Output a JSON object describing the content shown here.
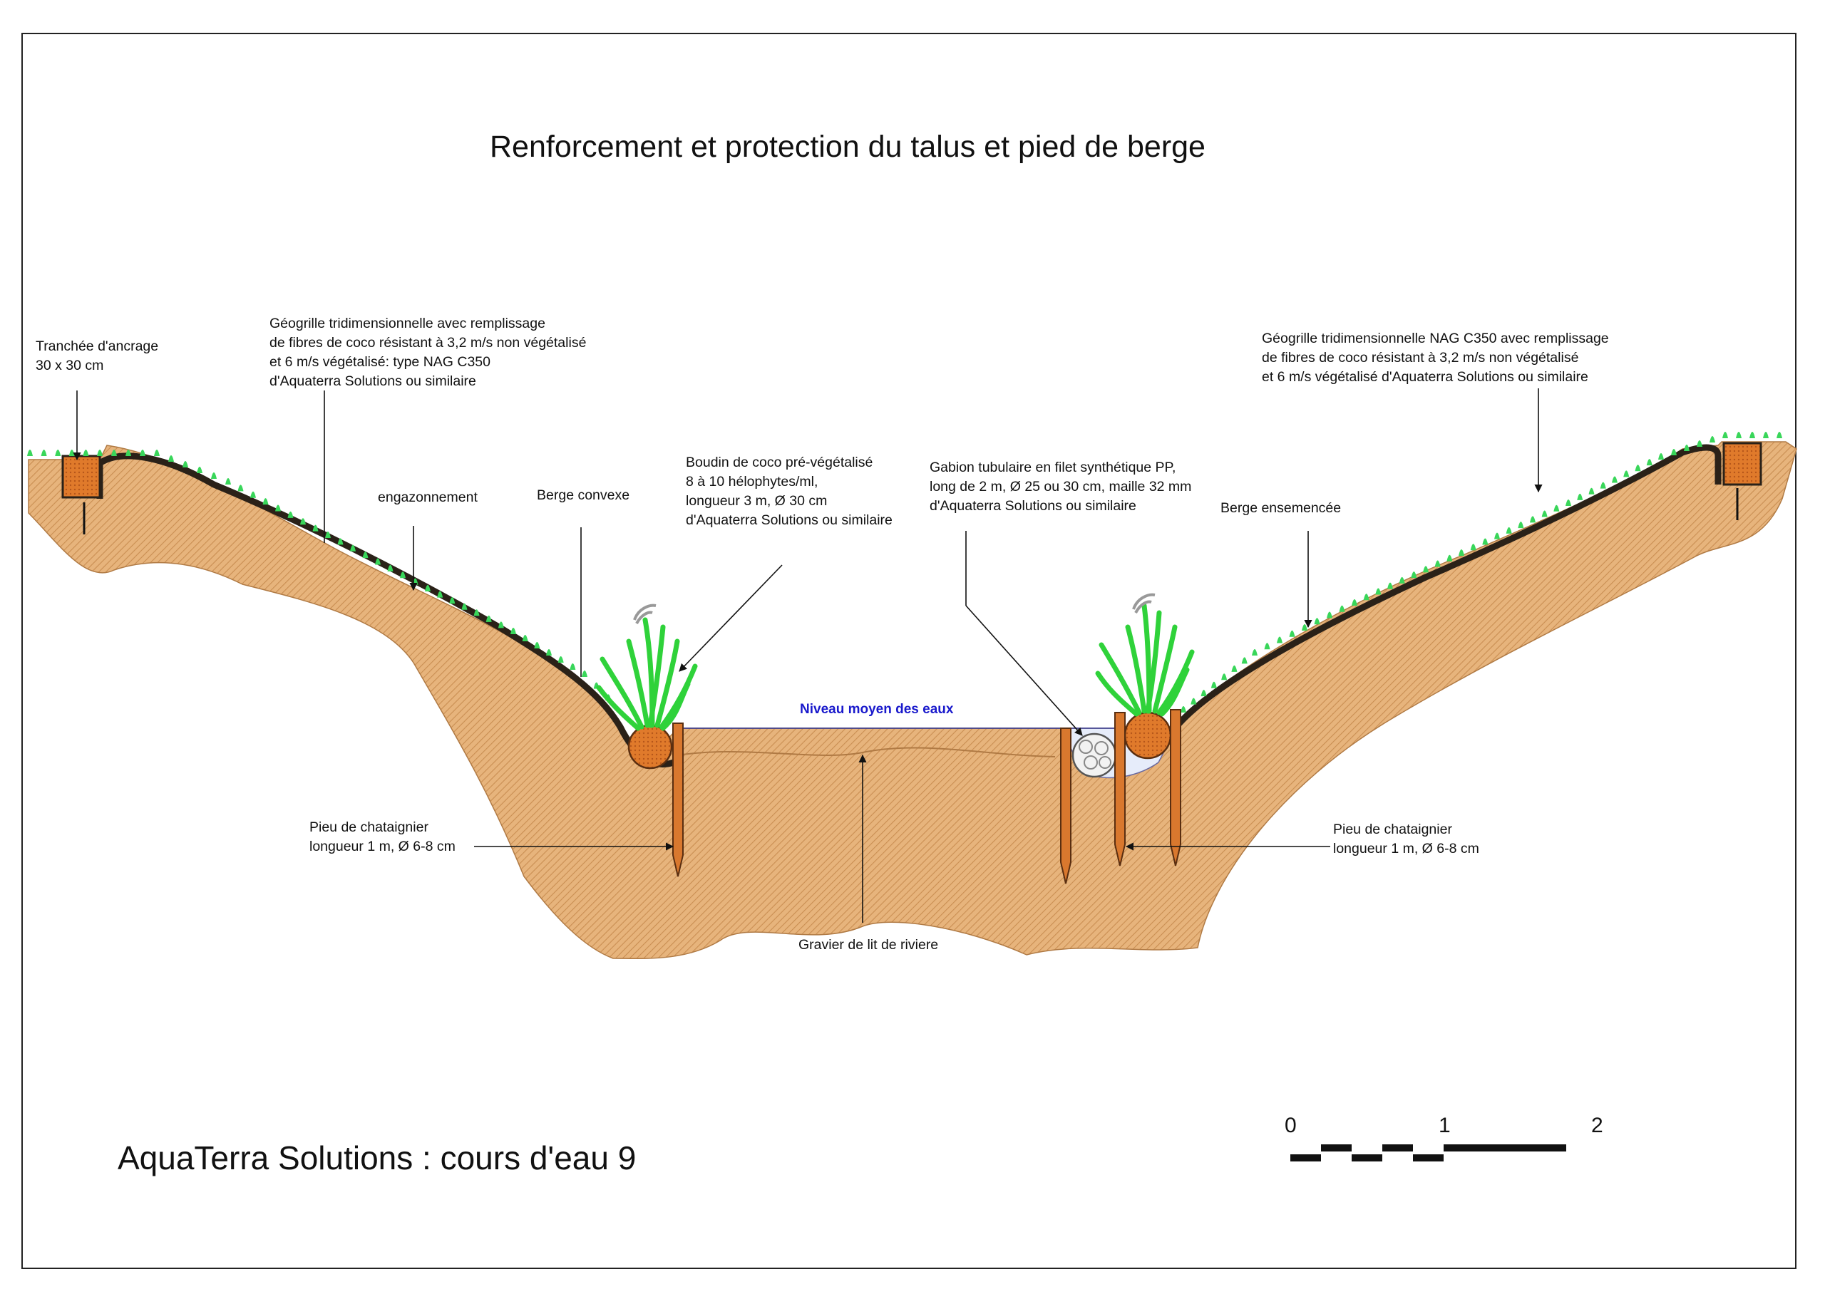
{
  "title": "Renforcement et protection du talus et pied de berge",
  "footer": "AquaTerra Solutions : cours d'eau 9",
  "water_level": "Niveau moyen des eaux",
  "labels": {
    "trench": "Tranchée d'ancrage\n30 x 30 cm",
    "geogrid_left": "Géogrille tridimensionnelle avec remplissage\nde fibres de coco résistant à 3,2 m/s non végétalisé\n et 6 m/s végétalisé: type NAG C350\nd'Aquaterra Solutions ou similaire",
    "engazonnement": "engazonnement",
    "berge_convexe": "Berge convexe",
    "boudin": "Boudin de coco pré-végétalisé\n8 à 10 hélophytes/ml,\nlongueur 3 m, Ø 30 cm\nd'Aquaterra Solutions ou similaire",
    "gabion": "Gabion tubulaire en filet synthétique PP,\nlong de 2 m, Ø 25 ou 30 cm, maille 32 mm\nd'Aquaterra Solutions ou similaire",
    "berge_ensemencee": "Berge ensemencée",
    "geogrid_right": "Géogrille tridimensionnelle NAG C350 avec remplissage\nde fibres de coco résistant à 3,2 m/s non végétalisé\net 6 m/s végétalisé d'Aquaterra Solutions ou similaire",
    "pieu_left": "Pieu de chataignier\nlongueur 1 m, Ø 6-8 cm",
    "pieu_right": "Pieu de chataignier\nlongueur 1 m, Ø 6-8 cm",
    "gravier": "Gravier de lit de riviere"
  },
  "scale_bar": {
    "ticks": [
      "0",
      "1",
      "2"
    ]
  },
  "colors": {
    "soil": "#e7b47c",
    "soil_hatch": "#c98e52",
    "water": "#e6ecfa",
    "geogrid": "#2a2118",
    "grass": "#39d65a",
    "stake": "#d9782e",
    "coir": "#e07a2b",
    "label_blue": "#1a1acc"
  }
}
